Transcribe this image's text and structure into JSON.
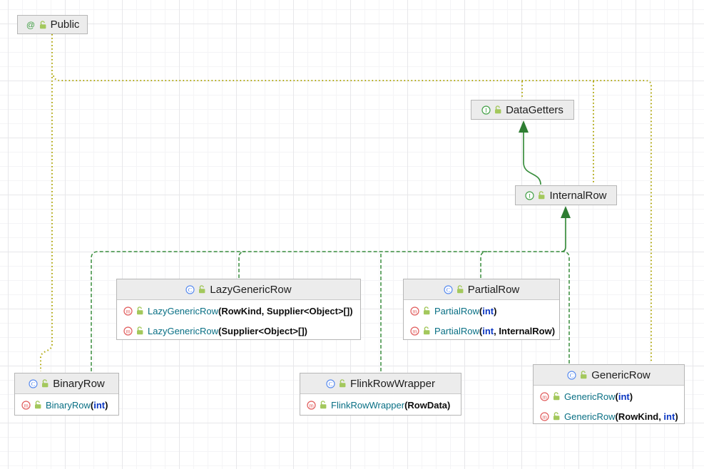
{
  "colors": {
    "annotation_edge": "#b1a90e",
    "inheritance_edge": "#3a8e3e",
    "arrow_fill": "#2e7d32",
    "class_icon": "#5b8def",
    "interface_icon": "#43a047",
    "annotation_icon": "#43a047",
    "method_icon": "#e05a5a",
    "lock_icon": "#a3c85c",
    "method_name": "#086f84",
    "keyword": "#0a36c2",
    "node_header_bg": "#ececec",
    "node_border": "#b6b6b6"
  },
  "nodes": {
    "public": {
      "label": "Public",
      "kind": "annotation"
    },
    "dataGetters": {
      "label": "DataGetters",
      "kind": "interface"
    },
    "internalRow": {
      "label": "InternalRow",
      "kind": "interface"
    },
    "lazyGenericRow": {
      "label": "LazyGenericRow",
      "kind": "class",
      "methods": [
        {
          "name": "LazyGenericRow",
          "segments": [
            {
              "text": "RowKind, Supplier<Object>[]",
              "kind": "type"
            }
          ]
        },
        {
          "name": "LazyGenericRow",
          "segments": [
            {
              "text": "Supplier<Object>[]",
              "kind": "type"
            }
          ]
        }
      ]
    },
    "partialRow": {
      "label": "PartialRow",
      "kind": "class",
      "methods": [
        {
          "name": "PartialRow",
          "segments": [
            {
              "text": "int",
              "kind": "keyword"
            }
          ]
        },
        {
          "name": "PartialRow",
          "segments": [
            {
              "text": "int",
              "kind": "keyword"
            },
            {
              "text": ", InternalRow",
              "kind": "type"
            }
          ]
        }
      ]
    },
    "binaryRow": {
      "label": "BinaryRow",
      "kind": "class",
      "methods": [
        {
          "name": "BinaryRow",
          "segments": [
            {
              "text": "int",
              "kind": "keyword"
            }
          ]
        }
      ]
    },
    "flinkRowWrapper": {
      "label": "FlinkRowWrapper",
      "kind": "class",
      "methods": [
        {
          "name": "FlinkRowWrapper",
          "segments": [
            {
              "text": "RowData",
              "kind": "type"
            }
          ]
        }
      ]
    },
    "genericRow": {
      "label": "GenericRow",
      "kind": "class",
      "methods": [
        {
          "name": "GenericRow",
          "segments": [
            {
              "text": "int",
              "kind": "keyword"
            }
          ]
        },
        {
          "name": "GenericRow",
          "segments": [
            {
              "text": "RowKind, ",
              "kind": "type"
            },
            {
              "text": "int",
              "kind": "keyword"
            }
          ]
        }
      ]
    }
  },
  "edges": [
    {
      "from": "InternalRow",
      "to": "DataGetters",
      "type": "extends"
    },
    {
      "from": "BinaryRow",
      "to": "InternalRow",
      "type": "implements"
    },
    {
      "from": "LazyGenericRow",
      "to": "InternalRow",
      "type": "implements"
    },
    {
      "from": "FlinkRowWrapper",
      "to": "InternalRow",
      "type": "implements"
    },
    {
      "from": "PartialRow",
      "to": "InternalRow",
      "type": "implements"
    },
    {
      "from": "GenericRow",
      "to": "InternalRow",
      "type": "implements"
    },
    {
      "from": "Public",
      "to": "BinaryRow",
      "type": "annotation"
    },
    {
      "from": "Public",
      "to": "DataGetters",
      "type": "annotation"
    },
    {
      "from": "Public",
      "to": "InternalRow",
      "type": "annotation"
    },
    {
      "from": "Public",
      "to": "GenericRow",
      "type": "annotation"
    }
  ]
}
